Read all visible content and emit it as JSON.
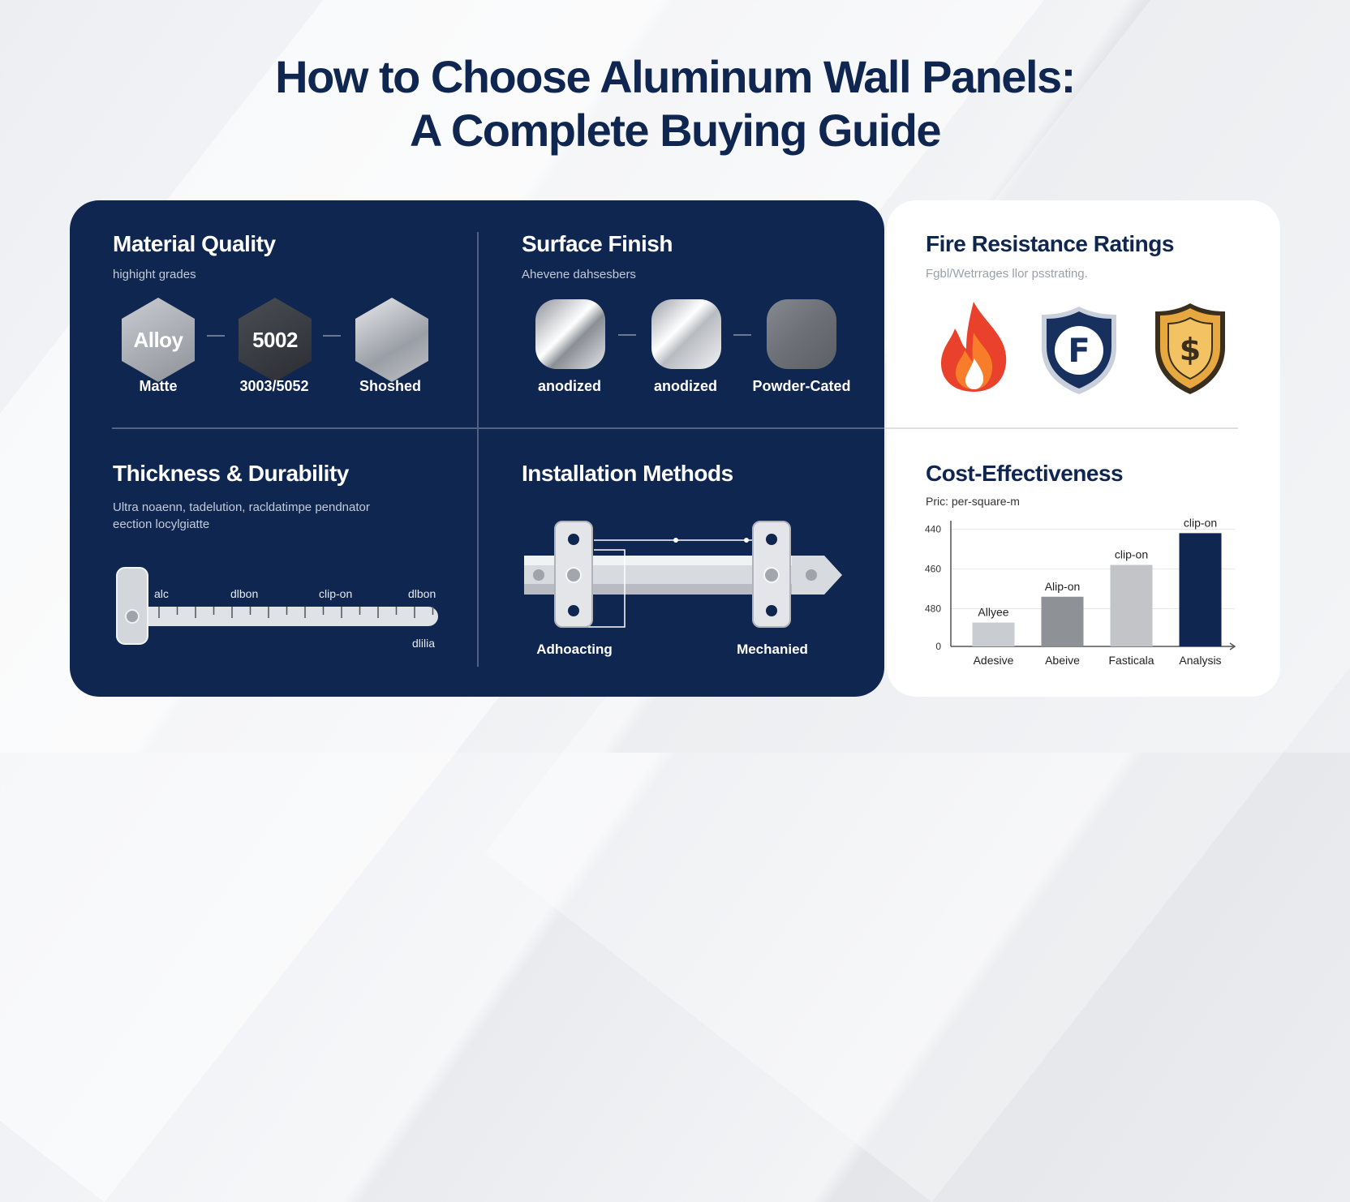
{
  "title": {
    "line1": "How to Choose Aluminum Wall Panels:",
    "line2": "A Complete Buying Guide"
  },
  "material": {
    "heading": "Material Quality",
    "subtitle": "highight grades",
    "hex_labels": [
      "Alloy",
      "5002",
      ""
    ],
    "captions": [
      "Matte",
      "3003/5052",
      "Shoshed"
    ]
  },
  "surface": {
    "heading": "Surface Finish",
    "subtitle": "Ahevene dahsesbers",
    "captions": [
      "anodized",
      "anodized",
      "Powder-Cated"
    ]
  },
  "fire": {
    "heading": "Fire Resistance Ratings",
    "subtitle": "Fgbl/Wetrrages llor psstrating.",
    "badge_letter": "F",
    "shield_letter": "$"
  },
  "thickness": {
    "heading": "Thickness & Durability",
    "subtitle_line1": "Ultra noaenn, tadelution, racldatimpe pendnator",
    "subtitle_line2": "eection locylgiatte",
    "scale_labels": [
      "alc",
      "dlbon",
      "clip-on",
      "dlbon"
    ],
    "below_label": "dlilia"
  },
  "installation": {
    "heading": "Installation Methods",
    "captions": [
      "Adhoacting",
      "Mechanied"
    ]
  },
  "cost": {
    "heading": "Cost-Effectiveness",
    "subtitle": "Pric: per-square-m"
  },
  "chart_data": {
    "type": "bar",
    "categories": [
      "Adesive",
      "Abeive",
      "Fasticala",
      "Analysis"
    ],
    "values": [
      60,
      125,
      205,
      285
    ],
    "bar_labels": [
      "Allyee",
      "Alip-on",
      "clip-on",
      "clip-on"
    ],
    "ytick_values": [
      0,
      95,
      195,
      295
    ],
    "ytick_labels": [
      "0",
      "480",
      "460",
      "440"
    ],
    "ylim": [
      0,
      300
    ],
    "grid": true,
    "colors": [
      "#c9ccd1",
      "#8e9196",
      "#c2c4c8",
      "#0f2650"
    ]
  }
}
